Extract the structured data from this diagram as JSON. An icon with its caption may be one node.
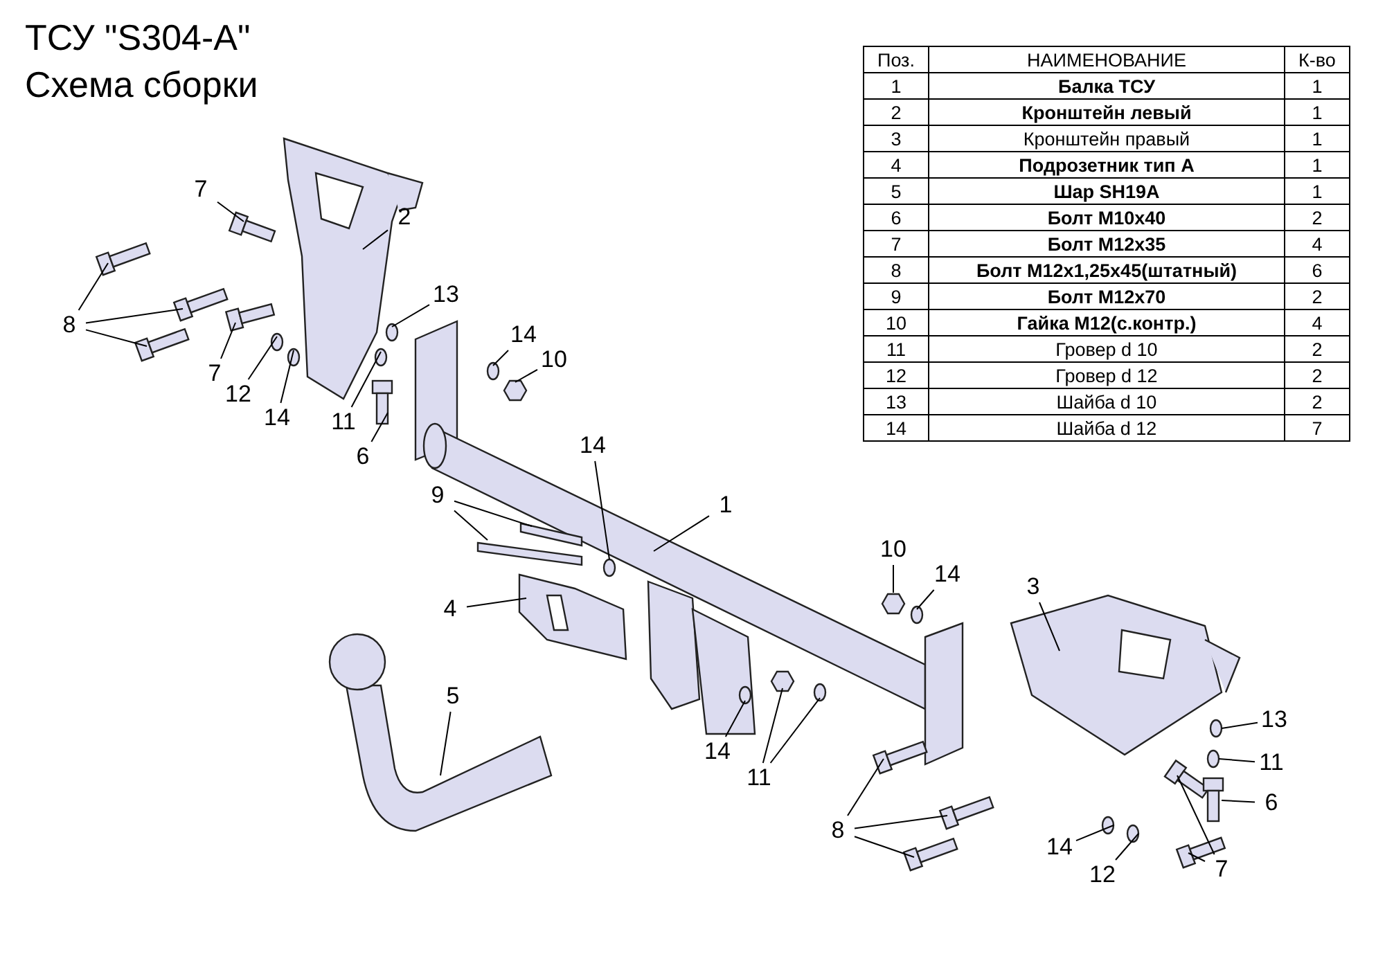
{
  "diagram": {
    "title": "ТСУ \"S304-A\"",
    "nodes": [
      {
        "text": [
          "7"
        ]
      },
      {
        "text": [
          "2"
        ]
      },
      {
        "text": [
          "13"
        ]
      },
      {
        "text": [
          "8"
        ]
      },
      {
        "text": [
          "14"
        ]
      },
      {
        "text": [
          "10"
        ]
      },
      {
        "text": [
          "7"
        ]
      },
      {
        "text": [
          "12"
        ]
      },
      {
        "text": [
          "14"
        ]
      },
      {
        "text": [
          "11"
        ]
      },
      {
        "text": [
          "6"
        ]
      },
      {
        "text": [
          "14"
        ]
      },
      {
        "text": [
          "9"
        ]
      },
      {
        "text": [
          "1"
        ]
      },
      {
        "text": [
          "4"
        ]
      },
      {
        "text": [
          "10"
        ]
      },
      {
        "text": [
          "14"
        ]
      },
      {
        "text": [
          "3"
        ]
      },
      {
        "text": [
          "5"
        ]
      },
      {
        "text": [
          "14"
        ]
      },
      {
        "text": [
          "11"
        ]
      },
      {
        "text": [
          "13"
        ]
      },
      {
        "text": [
          "11"
        ]
      },
      {
        "text": [
          "6"
        ]
      },
      {
        "text": [
          "8"
        ]
      },
      {
        "text": [
          "14"
        ]
      },
      {
        "text": [
          "12"
        ]
      },
      {
        "text": [
          "7"
        ]
      }
    ],
    "edges": [
      {
        "from": 0,
        "to": null,
        "arrow": "none"
      },
      {
        "from": 1,
        "to": null,
        "arrow": "none"
      },
      {
        "from": 2,
        "to": null,
        "arrow": "none"
      },
      {
        "from": 3,
        "to": null,
        "arrow": "none"
      },
      {
        "from": 3,
        "to": null,
        "arrow": "none"
      },
      {
        "from": 3,
        "to": null,
        "arrow": "none"
      },
      {
        "from": 4,
        "to": null,
        "arrow": "none"
      },
      {
        "from": 5,
        "to": null,
        "arrow": "none"
      },
      {
        "from": 6,
        "to": null,
        "arrow": "none"
      },
      {
        "from": 7,
        "to": null,
        "arrow": "none"
      },
      {
        "from": 8,
        "to": null,
        "arrow": "none"
      },
      {
        "from": 9,
        "to": null,
        "arrow": "none"
      },
      {
        "from": 10,
        "to": null,
        "arrow": "none"
      },
      {
        "from": 11,
        "to": null,
        "arrow": "none"
      },
      {
        "from": 12,
        "to": null,
        "arrow": "none"
      },
      {
        "from": 12,
        "to": null,
        "arrow": "none"
      },
      {
        "from": 13,
        "to": null,
        "arrow": "none"
      },
      {
        "from": 14,
        "to": null,
        "arrow": "none"
      },
      {
        "from": 15,
        "to": null,
        "arrow": "none"
      },
      {
        "from": 16,
        "to": null,
        "arrow": "none"
      },
      {
        "from": 17,
        "to": null,
        "arrow": "none"
      },
      {
        "from": 18,
        "to": null,
        "arrow": "none"
      },
      {
        "from": 19,
        "to": null,
        "arrow": "none"
      },
      {
        "from": 20,
        "to": null,
        "arrow": "none"
      },
      {
        "from": 20,
        "to": null,
        "arrow": "none"
      },
      {
        "from": 21,
        "to": null,
        "arrow": "none"
      },
      {
        "from": 22,
        "to": null,
        "arrow": "none"
      },
      {
        "from": 23,
        "to": null,
        "arrow": "none"
      },
      {
        "from": 24,
        "to": null,
        "arrow": "none"
      },
      {
        "from": 24,
        "to": null,
        "arrow": "none"
      },
      {
        "from": 24,
        "to": null,
        "arrow": "none"
      },
      {
        "from": 25,
        "to": null,
        "arrow": "none"
      },
      {
        "from": 26,
        "to": null,
        "arrow": "none"
      },
      {
        "from": 27,
        "to": null,
        "arrow": "none"
      },
      {
        "from": 27,
        "to": null,
        "arrow": "none"
      }
    ],
    "labels": [
      "Схема сборки",
      "Поз.",
      "НАИМЕНОВАНИЕ",
      "К-во",
      "1",
      "Балка ТСУ",
      "1",
      "2",
      "Кронштейн левый",
      "1",
      "3",
      "Кронштейн правый",
      "1",
      "4",
      "Подрозетник тип А",
      "1",
      "5",
      "Шар SH19A",
      "1",
      "6",
      "Болт М10х40",
      "2",
      "7",
      "Болт М12х35",
      "4",
      "8",
      "Болт М12х1,25х45(штатный)",
      "6",
      "9",
      "Болт М12х70",
      "2",
      "10",
      "Гайка М12(с.контр.)",
      "4",
      "11",
      "Гровер d 10",
      "2",
      "12",
      "Гровер d 12",
      "2",
      "13",
      "Шайба d 10",
      "2",
      "14",
      "Шайба d 12",
      "7"
    ]
  }
}
